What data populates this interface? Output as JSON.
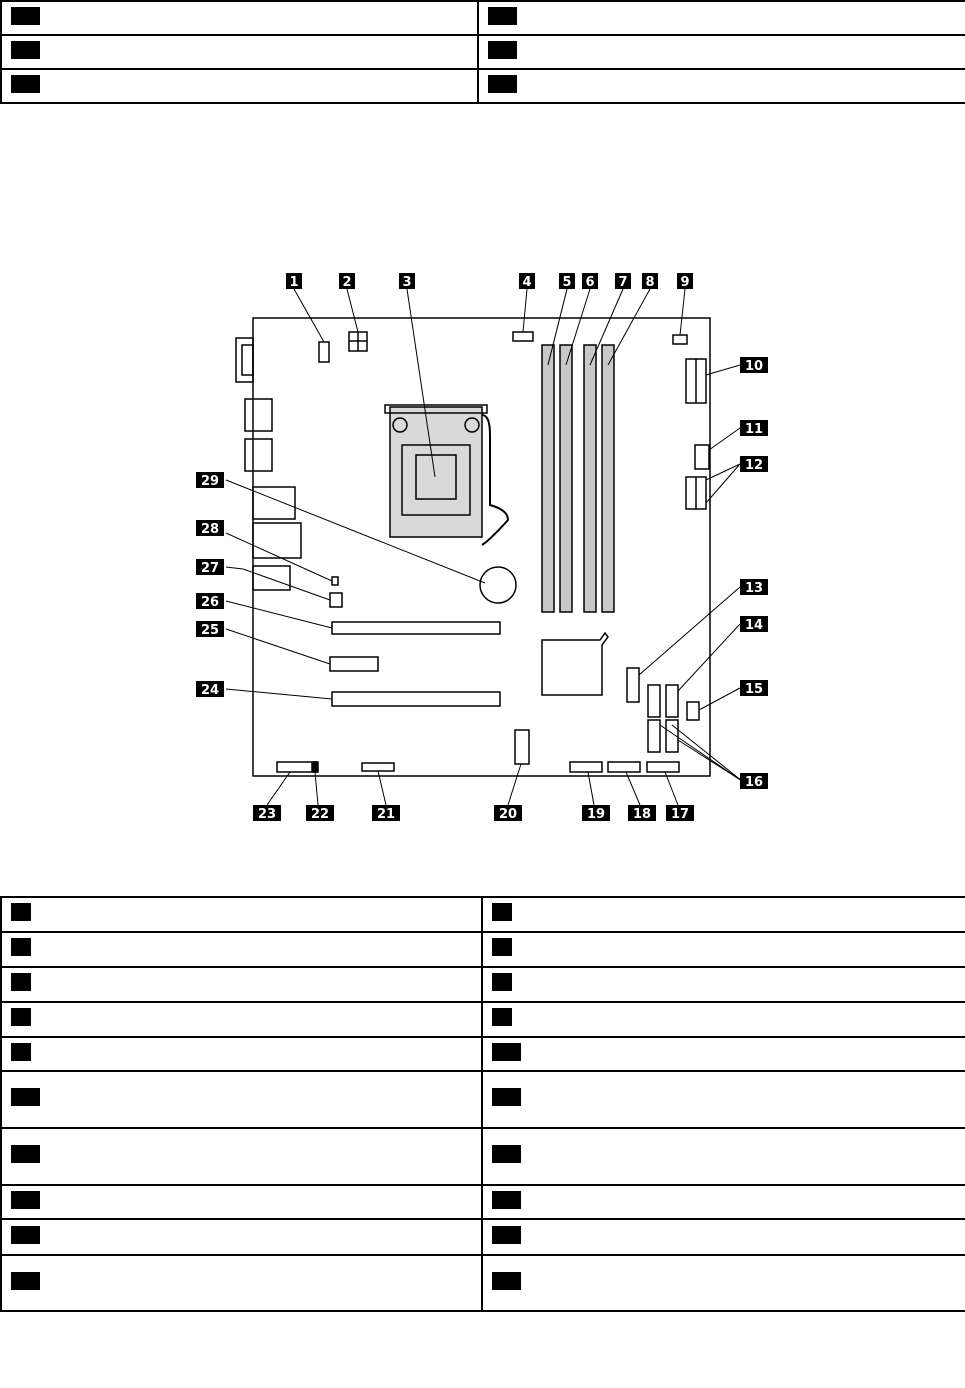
{
  "diagram": {
    "callouts": [
      "1",
      "2",
      "3",
      "4",
      "5",
      "6",
      "7",
      "8",
      "9",
      "10",
      "11",
      "12",
      "13",
      "14",
      "15",
      "16",
      "17",
      "18",
      "19",
      "20",
      "21",
      "22",
      "23",
      "24",
      "25",
      "26",
      "27",
      "28",
      "29"
    ]
  },
  "colors": {
    "ink": "#000000",
    "board": "#ffffff",
    "cpu_socket": "#d9d9d9",
    "dimm_slot": "#c8c8c8"
  }
}
